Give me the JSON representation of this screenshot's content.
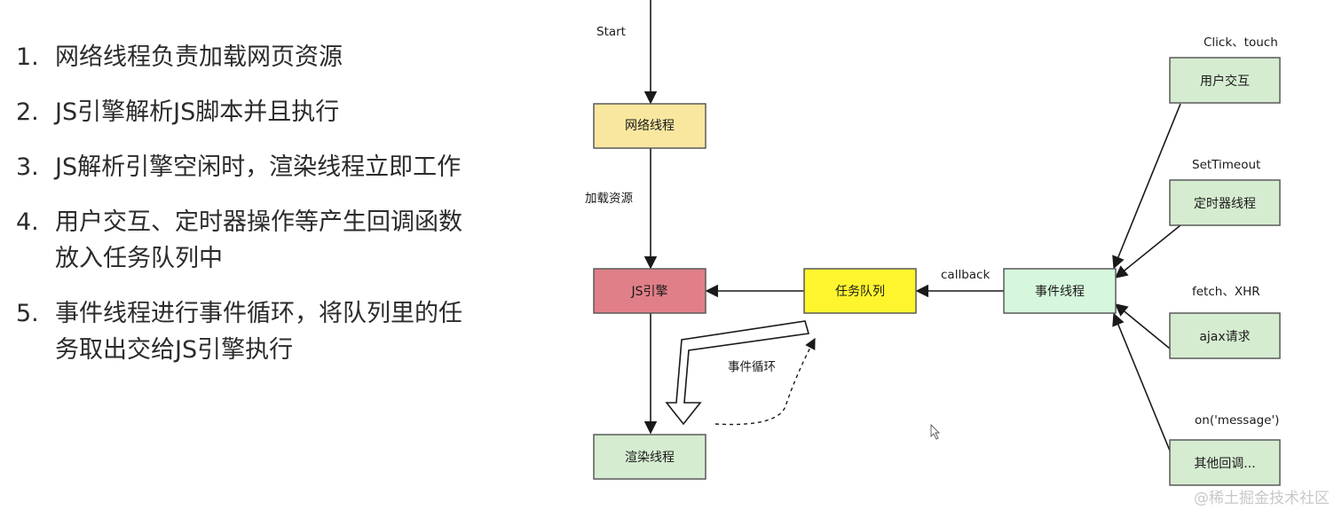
{
  "steps": [
    {
      "num": "1.",
      "lines": [
        "网络线程负责加载网页资源"
      ]
    },
    {
      "num": "2.",
      "lines": [
        "JS引擎解析JS脚本并且执行"
      ]
    },
    {
      "num": "3.",
      "lines": [
        "JS解析引擎空闲时，渲染线程立即工作"
      ]
    },
    {
      "num": "4.",
      "lines": [
        "用户交互、定时器操作等产生回调函数",
        "放入任务队列中"
      ]
    },
    {
      "num": "5.",
      "lines": [
        "事件线程进行事件循环，将队列里的任",
        "务取出交给JS引擎执行"
      ]
    }
  ],
  "diagram": {
    "start_label": "Start",
    "load_label": "加载资源",
    "callback_label": "callback",
    "event_loop_label": "事件循环",
    "nodes": {
      "network": {
        "label": "网络线程",
        "fill": "#f9e7a0"
      },
      "js_engine": {
        "label": "JS引擎",
        "fill": "#e07f88"
      },
      "render": {
        "label": "渲染线程",
        "fill": "#d5ecd0"
      },
      "task_queue": {
        "label": "任务队列",
        "fill": "#fff52e"
      },
      "event_thread": {
        "label": "事件线程",
        "fill": "#d6f7dc"
      },
      "user_interaction": {
        "label": "用户交互",
        "fill": "#d5ecd0"
      },
      "timer": {
        "label": "定时器线程",
        "fill": "#d5ecd0"
      },
      "ajax": {
        "label": "ajax请求",
        "fill": "#d5ecd0"
      },
      "other": {
        "label": "其他回调...",
        "fill": "#d5ecd0"
      }
    },
    "source_labels": {
      "user_interaction": "Click、touch",
      "timer": "SetTimeout",
      "ajax": "fetch、XHR",
      "other": "on('message')"
    }
  },
  "watermark": "@稀土掘金技术社区"
}
